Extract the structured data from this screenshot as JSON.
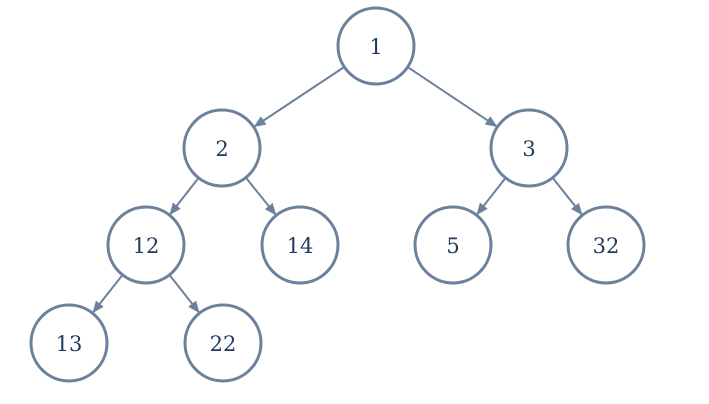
{
  "tree": {
    "nodes": [
      {
        "id": "n1",
        "label": "1"
      },
      {
        "id": "n2",
        "label": "2"
      },
      {
        "id": "n3",
        "label": "3"
      },
      {
        "id": "n12",
        "label": "12"
      },
      {
        "id": "n14",
        "label": "14"
      },
      {
        "id": "n5",
        "label": "5"
      },
      {
        "id": "n32",
        "label": "32"
      },
      {
        "id": "n13",
        "label": "13"
      },
      {
        "id": "n22",
        "label": "22"
      }
    ],
    "edges": [
      {
        "from": "n1",
        "to": "n2"
      },
      {
        "from": "n1",
        "to": "n3"
      },
      {
        "from": "n2",
        "to": "n12"
      },
      {
        "from": "n2",
        "to": "n14"
      },
      {
        "from": "n3",
        "to": "n5"
      },
      {
        "from": "n3",
        "to": "n32"
      },
      {
        "from": "n12",
        "to": "n13"
      },
      {
        "from": "n12",
        "to": "n22"
      }
    ],
    "colors": {
      "stroke": "#6c819b",
      "label": "#1f3a5c",
      "fill": "#ffffff"
    }
  }
}
